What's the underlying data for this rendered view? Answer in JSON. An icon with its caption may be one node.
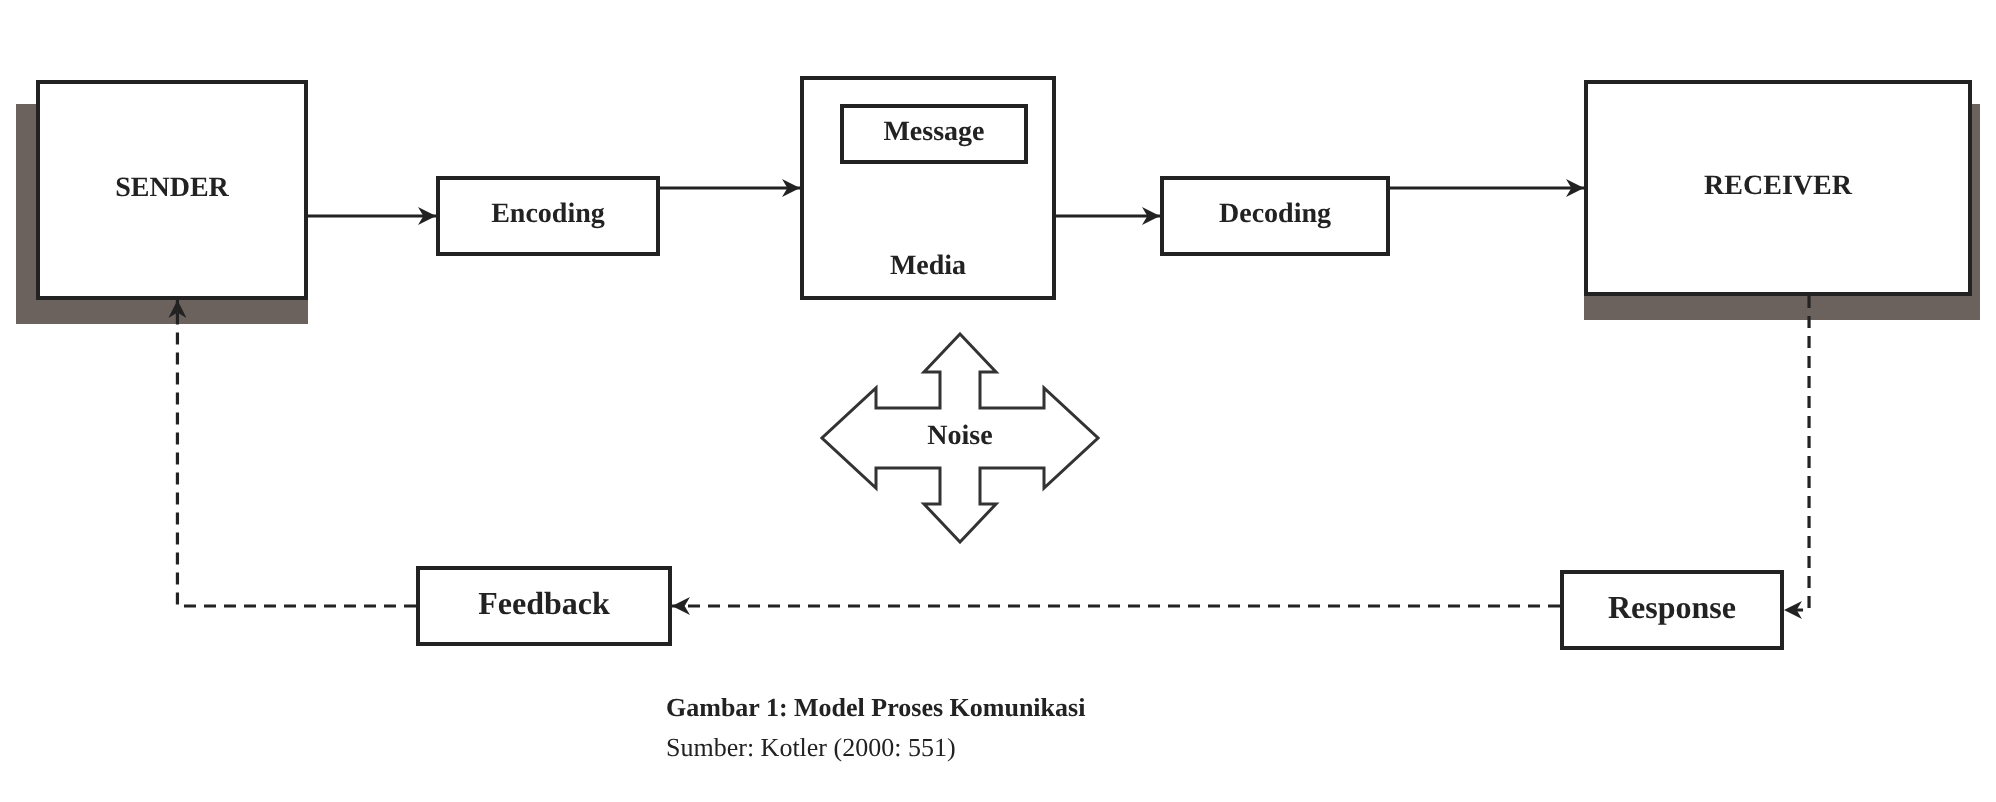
{
  "diagram": {
    "caption": "Gambar 1:  Model Proses Komunikasi",
    "nodes": [
      {
        "text": [
          "SENDER"
        ]
      },
      {
        "text": [
          "Encoding"
        ]
      },
      {
        "text": [
          "Media"
        ]
      },
      {
        "text": [
          "Message"
        ],
        "in": 2
      },
      {
        "text": [
          "Decoding"
        ]
      },
      {
        "text": [
          "RECEIVER"
        ]
      },
      {
        "text": [
          "Noise"
        ]
      },
      {
        "text": [
          "Response"
        ]
      },
      {
        "text": [
          "Feedback"
        ]
      }
    ],
    "edges": [
      {
        "from": 0,
        "to": 1,
        "arrow": "to"
      },
      {
        "from": 1,
        "to": 2,
        "arrow": "to"
      },
      {
        "from": 2,
        "to": 4,
        "arrow": "to"
      },
      {
        "from": 4,
        "to": 5,
        "arrow": "to"
      },
      {
        "from": 5,
        "to": 7,
        "arrow": "to",
        "style": "dashed"
      },
      {
        "from": 7,
        "to": 8,
        "arrow": "to",
        "style": "dashed"
      },
      {
        "from": 8,
        "to": 0,
        "arrow": "to",
        "style": "dashed"
      }
    ],
    "labels": [
      "Sumber: Kotler (2000: 551)"
    ]
  }
}
